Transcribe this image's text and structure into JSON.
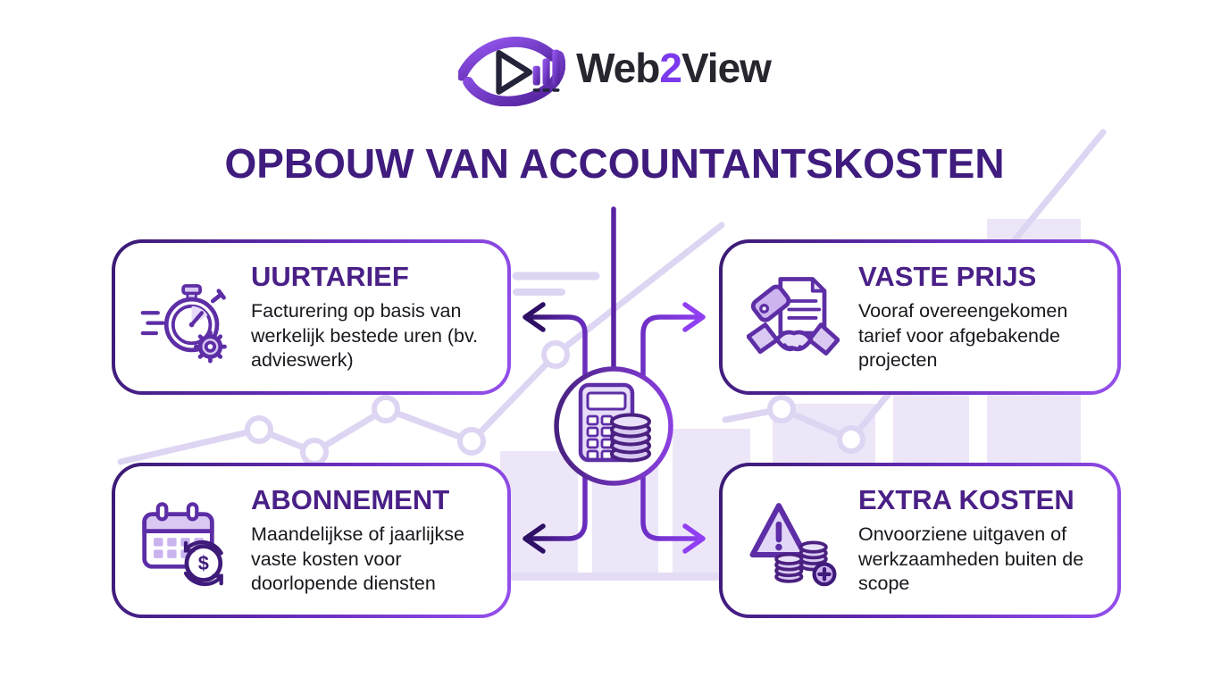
{
  "logo": {
    "word_web": "Web",
    "word_2": "2",
    "word_view": "View",
    "icon": "eye-play-barchart-logo"
  },
  "title": "OPBOUW VAN ACCOUNTANTSKOSTEN",
  "center": {
    "icon": "calculator-with-coins"
  },
  "cards": [
    {
      "id": "uurtarief",
      "title": "UURTARIEF",
      "description": "Facturering op basis van werkelijk bestede uren (bv. advieswerk)",
      "icon": "stopwatch-gear-icon"
    },
    {
      "id": "vaste-prijs",
      "title": "VASTE PRIJS",
      "description": "Vooraf overeengekomen tarief voor afgebakende projecten",
      "icon": "handshake-document-tag-icon"
    },
    {
      "id": "abonnement",
      "title": "ABONNEMENT",
      "description": "Maandelijkse of jaarlijkse vaste kosten voor doorlopende diensten",
      "icon": "calendar-recurring-payment-icon"
    },
    {
      "id": "extra-kosten",
      "title": "EXTRA KOSTEN",
      "description": "Onvoorziene uitgaven of werkzaamheden buiten de scope",
      "icon": "warning-coins-plus-icon"
    }
  ],
  "colors": {
    "brand_purple": "#7c3aed",
    "title_purple": "#3f1c7e",
    "card_heading_purple": "#4a2087",
    "body_text": "#17181d",
    "card_border_dark": "#3a1a72",
    "card_border_light": "#9550ec",
    "icon_lavender_fill": "#d9c9f2",
    "watermark_lavender": "#ded5f3"
  }
}
